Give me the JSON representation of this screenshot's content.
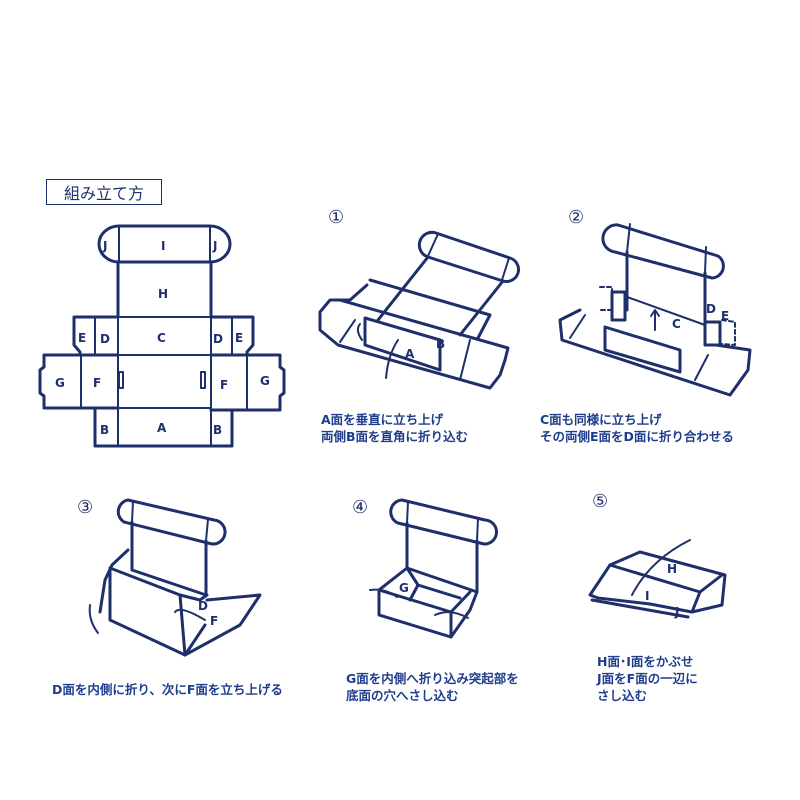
{
  "title": "組み立て方",
  "net": {
    "labels": {
      "J_left": "J",
      "I": "I",
      "J_right": "J",
      "H": "H",
      "E_left": "E",
      "D_left": "D",
      "C": "C",
      "D_right": "D",
      "E_right": "E",
      "G_left": "G",
      "F_left": "F",
      "F_right": "F",
      "G_right": "G",
      "B_left": "B",
      "A": "A",
      "B_right": "B"
    }
  },
  "steps": [
    {
      "number": "①",
      "labels": {
        "A": "A",
        "B": "B"
      },
      "caption": [
        "A面を垂直に立ち上げ",
        "両側B面を直角に折り込む"
      ]
    },
    {
      "number": "②",
      "labels": {
        "C": "C",
        "D": "D",
        "E": "E"
      },
      "caption": [
        "C面も同様に立ち上げ",
        "その両側E面をD面に折り合わせる"
      ]
    },
    {
      "number": "③",
      "labels": {
        "D": "D",
        "F": "F"
      },
      "caption": [
        "D面を内側に折り、次にF面を立ち上げる"
      ]
    },
    {
      "number": "④",
      "labels": {
        "G": "G"
      },
      "caption": [
        "G面を内側へ折り込み突起部を",
        "底面の穴へさし込む"
      ]
    },
    {
      "number": "⑤",
      "labels": {
        "H": "H",
        "I": "I",
        "J": "J"
      },
      "caption": [
        "H面･I面をかぶせ",
        "J面をF面の一辺に",
        "さし込む"
      ]
    }
  ],
  "colors": {
    "line": "#1e2f6b",
    "caption": "#1e3d8c",
    "background": "#ffffff"
  }
}
